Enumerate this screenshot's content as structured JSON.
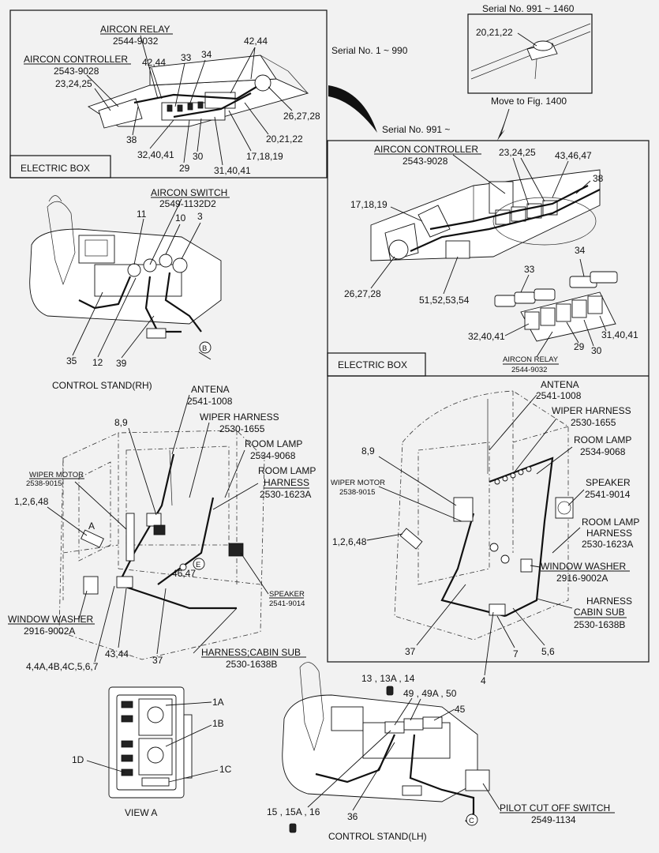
{
  "sections": {
    "electric_box_1": {
      "title": "ELECTRIC BOX",
      "serial": "Serial No. 1 ~ 990",
      "aircon_relay_label": "AIRCON RELAY",
      "aircon_relay_part": "2544-9032",
      "aircon_controller_label": "AIRCON CONTROLLER",
      "aircon_controller_part": "2543-9028",
      "callouts": [
        "23,24,25",
        "42,44",
        "33",
        "34",
        "42,44",
        "26,27,28",
        "20,21,22",
        "17,18,19",
        "31,40,41",
        "30",
        "29",
        "32,40,41",
        "38"
      ]
    },
    "serial_inset": {
      "serial": "Serial No. 991 ~ 1460",
      "callout": "20,21,22",
      "note": "Move to Fig. 1400"
    },
    "electric_box_2": {
      "title": "ELECTRIC BOX",
      "serial": "Serial No. 991 ~",
      "aircon_controller_label": "AIRCON CONTROLLER",
      "aircon_controller_part": "2543-9028",
      "aircon_relay_label": "AIRCON RELAY",
      "aircon_relay_part": "2544-9032",
      "callouts": [
        "23,24,25",
        "43,46,47",
        "38",
        "17,18,19",
        "26,27,28",
        "51,52,53,54",
        "34",
        "33",
        "32,40,41",
        "29",
        "30",
        "31,40,41"
      ]
    },
    "control_stand_rh": {
      "title": "CONTROL STAND(RH)",
      "switch_label": "AIRCON SWITCH",
      "switch_part": "2549-1132D2",
      "callouts": [
        "11",
        "10",
        "3",
        "35",
        "12",
        "39"
      ],
      "connector": "B"
    },
    "cabin_left": {
      "antena_label": "ANTENA",
      "antena_part": "2541-1008",
      "wiper_harness_label": "WIPER HARNESS",
      "wiper_harness_part": "2530-1655",
      "room_lamp_label": "ROOM LAMP",
      "room_lamp_part": "2534-9068",
      "room_lamp_harness_label_1": "ROOM LAMP",
      "room_lamp_harness_label_2": "HARNESS",
      "room_lamp_harness_part": "2530-1623A",
      "wiper_motor_label": "WIPER MOTOR",
      "wiper_motor_part": "2538-9015",
      "speaker_label": "SPEAKER",
      "speaker_part": "2541-9014",
      "window_washer_label": "WINDOW WASHER",
      "window_washer_part": "2916-9002A",
      "harness_cabin_sub_label": "HARNESS;CABIN SUB",
      "harness_cabin_sub_part": "2530-1638B",
      "callouts": [
        "8,9",
        "1,2,6,48",
        "A",
        "46,47",
        "E",
        "43,44",
        "37",
        "4,4A,4B,4C,5,6,7"
      ]
    },
    "cabin_right": {
      "antena_label": "ANTENA",
      "antena_part": "2541-1008",
      "wiper_harness_label": "WIPER HARNESS",
      "wiper_harness_part": "2530-1655",
      "room_lamp_label": "ROOM LAMP",
      "room_lamp_part": "2534-9068",
      "speaker_label": "SPEAKER",
      "speaker_part": "2541-9014",
      "room_lamp_harness_label_1": "ROOM LAMP",
      "room_lamp_harness_label_2": "HARNESS",
      "room_lamp_harness_part": "2530-1623A",
      "wiper_motor_label": "WIPER MOTOR",
      "wiper_motor_part": "2538-9015",
      "window_washer_label": "WINDOW WASHER",
      "window_washer_part": "2916-9002A",
      "harness_cabin_sub_label_1": "HARNESS",
      "harness_cabin_sub_label_2": "CABIN SUB",
      "harness_cabin_sub_part": "2530-1638B",
      "callouts": [
        "8,9",
        "1,2,6,48",
        "37",
        "7",
        "5,6",
        "4"
      ]
    },
    "view_a": {
      "title": "VIEW  A",
      "callouts": [
        "1A",
        "1B",
        "1D",
        "1C"
      ]
    },
    "control_stand_lh": {
      "title": "CONTROL STAND(LH)",
      "pilot_label": "PILOT CUT OFF SWITCH",
      "pilot_part": "2549-1134",
      "callouts": [
        "13 , 13A , 14",
        "49 , 49A , 50",
        "45",
        "15 , 15A , 16",
        "36"
      ],
      "connector": "C"
    }
  },
  "colors": {
    "background": "#f2f2f2",
    "ink": "#111111"
  }
}
